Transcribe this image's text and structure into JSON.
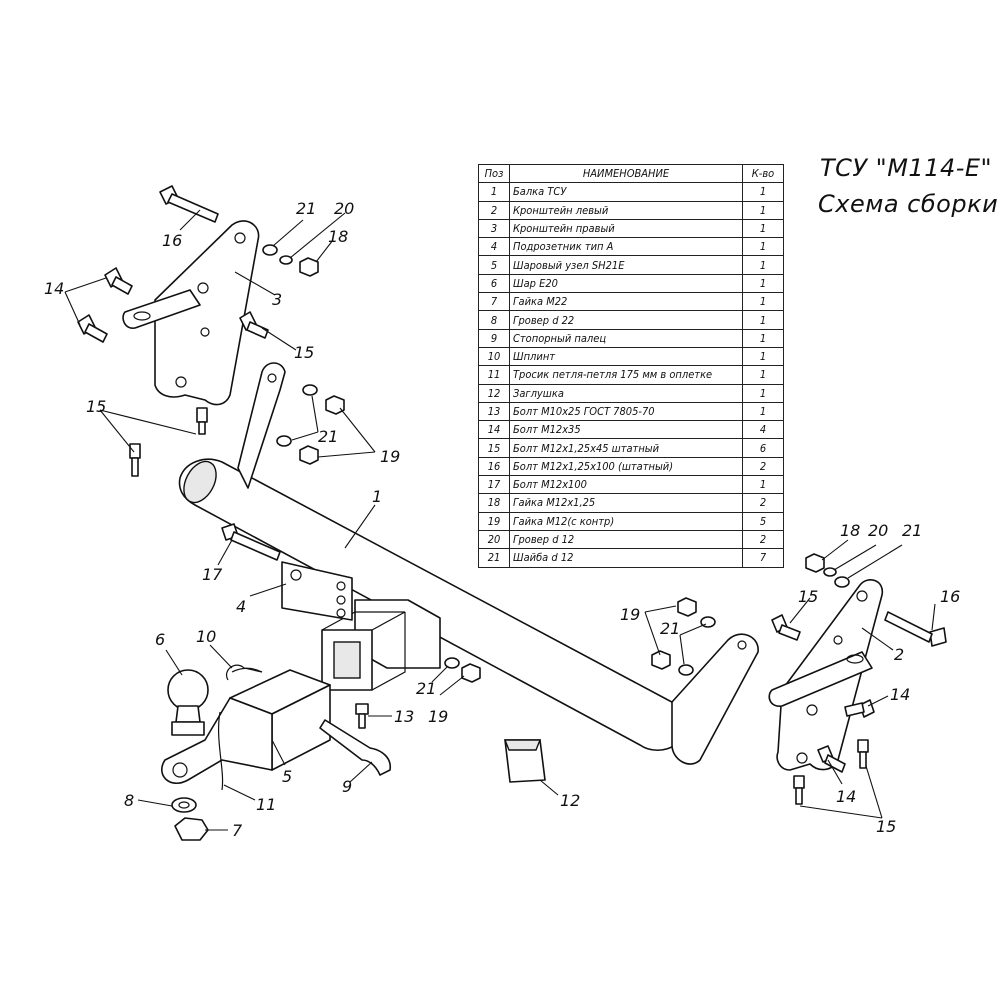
{
  "title": {
    "line1": "ТСУ \"М114-Е\"",
    "line2": "Схема сборки"
  },
  "table": {
    "headers": {
      "pos": "Поз",
      "name": "НАИМЕНОВАНИЕ",
      "qty": "К-во"
    },
    "rows": [
      {
        "pos": "1",
        "name": "Балка ТСУ",
        "qty": "1"
      },
      {
        "pos": "2",
        "name": "Кронштейн левый",
        "qty": "1"
      },
      {
        "pos": "3",
        "name": "Кронштейн правый",
        "qty": "1"
      },
      {
        "pos": "4",
        "name": "Подрозетник тип А",
        "qty": "1"
      },
      {
        "pos": "5",
        "name": "Шаровый узел SH21E",
        "qty": "1"
      },
      {
        "pos": "6",
        "name": "Шар E20",
        "qty": "1"
      },
      {
        "pos": "7",
        "name": "Гайка М22",
        "qty": "1"
      },
      {
        "pos": "8",
        "name": "Гровер d 22",
        "qty": "1"
      },
      {
        "pos": "9",
        "name": "Стопорный палец",
        "qty": "1"
      },
      {
        "pos": "10",
        "name": "Шплинт",
        "qty": "1"
      },
      {
        "pos": "11",
        "name": "Тросик петля-петля 175 мм в оплетке",
        "qty": "1"
      },
      {
        "pos": "12",
        "name": "Заглушка",
        "qty": "1"
      },
      {
        "pos": "13",
        "name": "Болт М10х25 ГОСТ 7805-70",
        "qty": "1"
      },
      {
        "pos": "14",
        "name": "Болт М12х35",
        "qty": "4"
      },
      {
        "pos": "15",
        "name": "Болт М12х1,25х45 штатный",
        "qty": "6"
      },
      {
        "pos": "16",
        "name": "Болт М12х1,25х100 (штатный)",
        "qty": "2"
      },
      {
        "pos": "17",
        "name": "Болт М12х100",
        "qty": "1"
      },
      {
        "pos": "18",
        "name": "Гайка М12х1,25",
        "qty": "2"
      },
      {
        "pos": "19",
        "name": "Гайка М12(с контр)",
        "qty": "5"
      },
      {
        "pos": "20",
        "name": "Гровер d 12",
        "qty": "2"
      },
      {
        "pos": "21",
        "name": "Шайба d 12",
        "qty": "7"
      }
    ]
  },
  "callouts": {
    "c1": "1",
    "c2": "2",
    "c3": "3",
    "c4": "4",
    "c5": "5",
    "c6": "6",
    "c7": "7",
    "c8": "8",
    "c9": "9",
    "c10": "10",
    "c11": "11",
    "c12": "12",
    "c13": "13",
    "c14a": "14",
    "c14b": "14",
    "c14c": "14",
    "c15a": "15",
    "c15b": "15",
    "c15c": "15",
    "c15d": "15",
    "c16a": "16",
    "c16b": "16",
    "c17": "17",
    "c18a": "18",
    "c18b": "18",
    "c19a": "19",
    "c19b": "19",
    "c19c": "19",
    "c20a": "20",
    "c20b": "20",
    "c21a": "21",
    "c21b": "21",
    "c21c": "21",
    "c21d": "21",
    "c21e": "21"
  }
}
